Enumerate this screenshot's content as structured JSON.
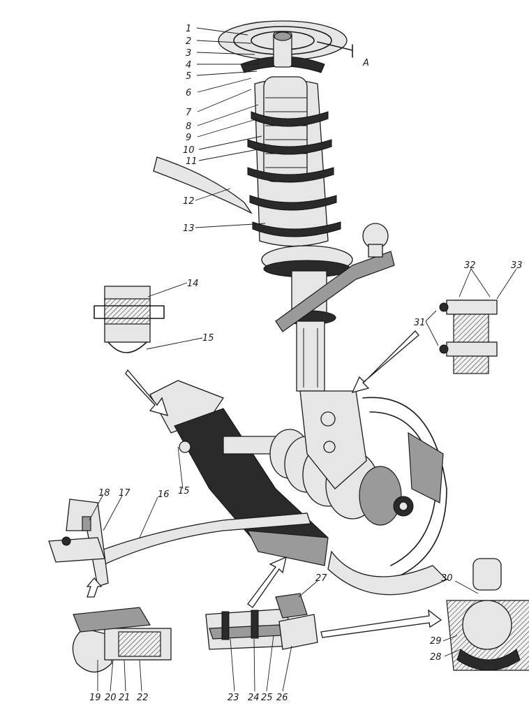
{
  "callouts": [
    "1",
    "2",
    "3",
    "4",
    "5",
    "6",
    "7",
    "8",
    "9",
    "10",
    "11",
    "12",
    "13",
    "14",
    "15",
    "15",
    "16",
    "17",
    "18",
    "19",
    "20",
    "21",
    "22",
    "23",
    "24",
    "25",
    "26",
    "27",
    "28",
    "29",
    "30",
    "31",
    "32",
    "33"
  ],
  "dimension_label": "A"
}
